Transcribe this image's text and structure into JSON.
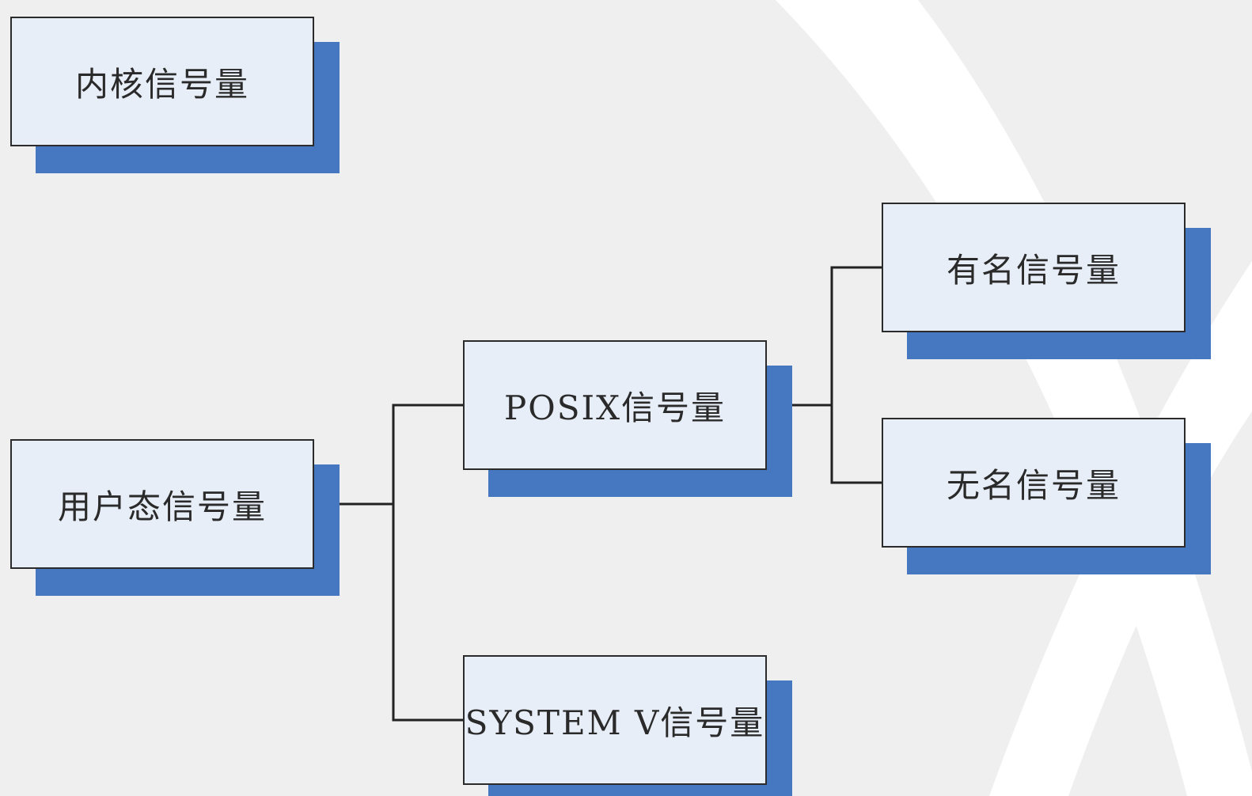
{
  "diagram": {
    "nodes": {
      "kernel": {
        "label": "内核信号量"
      },
      "user": {
        "label": "用户态信号量"
      },
      "posix": {
        "label": "POSIX信号量"
      },
      "sysv": {
        "label": "SYSTEM V信号量"
      },
      "named": {
        "label": "有名信号量"
      },
      "unnamed": {
        "label": "无名信号量"
      }
    },
    "edges": [
      {
        "from": "user",
        "to": "posix"
      },
      {
        "from": "user",
        "to": "sysv"
      },
      {
        "from": "posix",
        "to": "named"
      },
      {
        "from": "posix",
        "to": "unnamed"
      }
    ],
    "colors": {
      "box_fill": "#e8eef8",
      "shadow": "#4677c1",
      "border": "#2b2b2b",
      "background": "#efefef"
    }
  }
}
